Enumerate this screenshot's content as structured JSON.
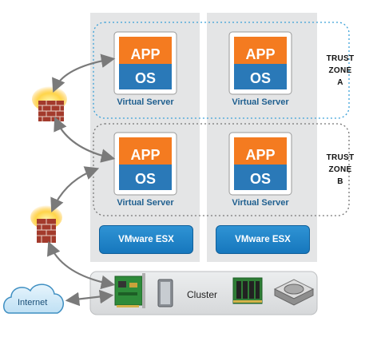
{
  "vm": {
    "app_label": "APP",
    "os_label": "OS",
    "server_label": "Virtual Server"
  },
  "zones": [
    {
      "line1": "TRUST",
      "line2": "ZONE",
      "line3": "A"
    },
    {
      "line1": "TRUST",
      "line2": "ZONE",
      "line3": "B"
    }
  ],
  "hypervisor_label": "VMware ESX",
  "cluster_label": "Cluster",
  "internet_label": "Internet",
  "colors": {
    "app_orange": "#f47b20",
    "os_blue": "#2a79b8",
    "esx_blue": "#1f86c9",
    "zone_a_border": "#3aa0d8",
    "zone_b_border": "#777777",
    "host_panel": "#e4e5e6",
    "arrow": "#7a7a7a",
    "firewall_red": "#a33a2c"
  }
}
